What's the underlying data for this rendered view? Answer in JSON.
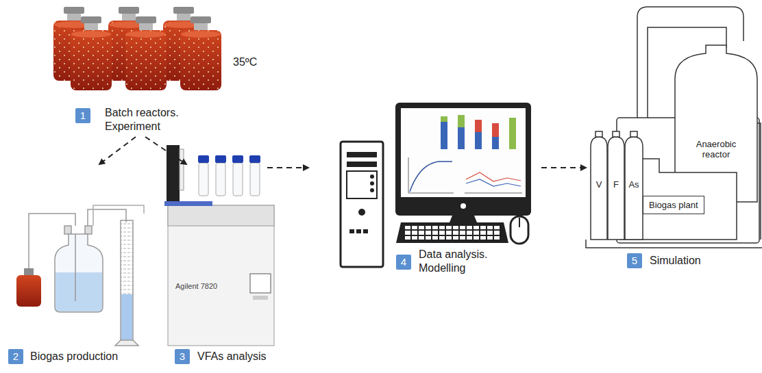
{
  "diagram": {
    "nodes": [
      {
        "text": [
          "1",
          "Batch reactors. Experiment"
        ]
      },
      {
        "text": [
          "2",
          "Biogas production"
        ]
      },
      {
        "text": [
          "3",
          "VFAs analysis"
        ]
      },
      {
        "text": [
          "4",
          "Data analysis. Modelling"
        ]
      },
      {
        "text": [
          "5",
          "Simulation"
        ]
      },
      {
        "text": [
          "V"
        ],
        "in": 4
      },
      {
        "text": [
          "F"
        ],
        "in": 4
      },
      {
        "text": [
          "As"
        ],
        "in": 4
      },
      {
        "text": [
          "Anaerobic reactor"
        ],
        "in": 4
      },
      {
        "text": [
          "Biogas plant"
        ],
        "in": 4
      }
    ],
    "edges": [
      {
        "from": 0,
        "to": 1,
        "arrow": "to"
      },
      {
        "from": 0,
        "to": 2,
        "arrow": "to"
      },
      {
        "from": 2,
        "to": 3,
        "arrow": "to"
      },
      {
        "from": 3,
        "to": 4,
        "arrow": "to"
      }
    ],
    "labels": [
      "35ºC",
      "Agilent 7820"
    ]
  }
}
